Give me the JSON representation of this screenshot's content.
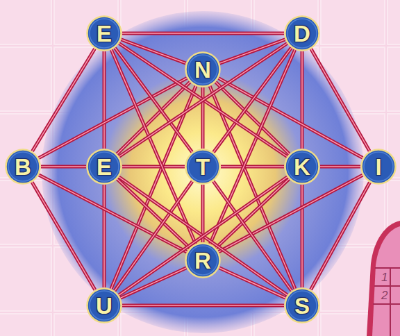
{
  "diagram": {
    "nodes": [
      {
        "text": [
          "E"
        ]
      },
      {
        "text": [
          "D"
        ]
      },
      {
        "text": [
          "N"
        ]
      },
      {
        "text": [
          "B"
        ]
      },
      {
        "text": [
          "E"
        ]
      },
      {
        "text": [
          "T"
        ]
      },
      {
        "text": [
          "K"
        ]
      },
      {
        "text": [
          "I"
        ]
      },
      {
        "text": [
          "R"
        ]
      },
      {
        "text": [
          "U"
        ]
      },
      {
        "text": [
          "S"
        ]
      }
    ],
    "edges": [
      {
        "from": 0,
        "to": 1,
        "arrow": "none"
      },
      {
        "from": 1,
        "to": 7,
        "arrow": "none"
      },
      {
        "from": 7,
        "to": 10,
        "arrow": "none"
      },
      {
        "from": 10,
        "to": 9,
        "arrow": "none"
      },
      {
        "from": 9,
        "to": 3,
        "arrow": "none"
      },
      {
        "from": 3,
        "to": 0,
        "arrow": "none"
      },
      {
        "from": 0,
        "to": 4,
        "arrow": "none"
      },
      {
        "from": 4,
        "to": 9,
        "arrow": "none"
      },
      {
        "from": 1,
        "to": 6,
        "arrow": "none"
      },
      {
        "from": 6,
        "to": 10,
        "arrow": "none"
      },
      {
        "from": 3,
        "to": 4,
        "arrow": "none"
      },
      {
        "from": 4,
        "to": 5,
        "arrow": "none"
      },
      {
        "from": 5,
        "to": 6,
        "arrow": "none"
      },
      {
        "from": 6,
        "to": 7,
        "arrow": "none"
      },
      {
        "from": 2,
        "to": 5,
        "arrow": "none"
      },
      {
        "from": 5,
        "to": 8,
        "arrow": "none"
      },
      {
        "from": 2,
        "to": 0,
        "arrow": "none"
      },
      {
        "from": 2,
        "to": 1,
        "arrow": "none"
      },
      {
        "from": 2,
        "to": 3,
        "arrow": "none"
      },
      {
        "from": 2,
        "to": 7,
        "arrow": "none"
      },
      {
        "from": 2,
        "to": 4,
        "arrow": "none"
      },
      {
        "from": 2,
        "to": 6,
        "arrow": "none"
      },
      {
        "from": 2,
        "to": 9,
        "arrow": "none"
      },
      {
        "from": 2,
        "to": 10,
        "arrow": "none"
      },
      {
        "from": 8,
        "to": 9,
        "arrow": "none"
      },
      {
        "from": 8,
        "to": 10,
        "arrow": "none"
      },
      {
        "from": 8,
        "to": 3,
        "arrow": "none"
      },
      {
        "from": 8,
        "to": 7,
        "arrow": "none"
      },
      {
        "from": 8,
        "to": 4,
        "arrow": "none"
      },
      {
        "from": 8,
        "to": 6,
        "arrow": "none"
      },
      {
        "from": 8,
        "to": 0,
        "arrow": "none"
      },
      {
        "from": 8,
        "to": 1,
        "arrow": "none"
      },
      {
        "from": 5,
        "to": 0,
        "arrow": "none"
      },
      {
        "from": 5,
        "to": 1,
        "arrow": "none"
      },
      {
        "from": 5,
        "to": 9,
        "arrow": "none"
      },
      {
        "from": 5,
        "to": 10,
        "arrow": "none"
      },
      {
        "from": 0,
        "to": 6,
        "arrow": "none"
      },
      {
        "from": 1,
        "to": 4,
        "arrow": "none"
      },
      {
        "from": 4,
        "to": 10,
        "arrow": "none"
      },
      {
        "from": 6,
        "to": 9,
        "arrow": "none"
      }
    ],
    "labels": [
      "1",
      "2"
    ]
  }
}
